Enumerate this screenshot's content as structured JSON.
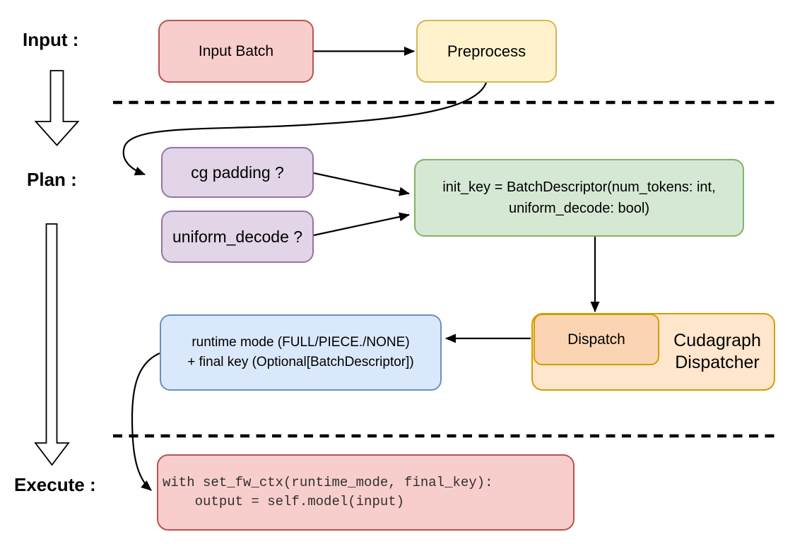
{
  "section_labels": {
    "input": "Input :",
    "plan": "Plan :",
    "execute": "Execute :"
  },
  "nodes": {
    "input_batch": {
      "label": "Input Batch",
      "fill": "#f8cecc",
      "border": "#b85450"
    },
    "preprocess": {
      "label": "Preprocess",
      "fill": "#fff2cc",
      "border": "#d6b656"
    },
    "cg_padding": {
      "label": "cg padding ?",
      "fill": "#e1d5e7",
      "border": "#9673a6"
    },
    "uniform_decode": {
      "label": "uniform_decode ?",
      "fill": "#e1d5e7",
      "border": "#9673a6"
    },
    "init_key": {
      "line1": "init_key = BatchDescriptor(num_tokens: int,",
      "line2": "uniform_decode: bool)",
      "fill": "#d5e8d4",
      "border": "#82b366"
    },
    "runtime_final_key": {
      "line1": "runtime mode (FULL/PIECE./NONE)",
      "line2": "+ final key (Optional[BatchDescriptor])",
      "fill": "#dae8fc",
      "border": "#6c8ebf"
    },
    "dispatch": {
      "label": "Dispatch",
      "fill": "#fbd5b3",
      "border": "#d79b00"
    },
    "cudagraph_dispatcher": {
      "line1": "Cudagraph",
      "line2": "Dispatcher",
      "fill": "#ffe6cc",
      "border": "#d79b00"
    },
    "execute_code": {
      "line1": "with set_fw_ctx(runtime_mode, final_key):",
      "line2": "    output = self.model(input)",
      "fill": "#f8cecc",
      "border": "#b85450"
    }
  },
  "connector_color": "#000000"
}
